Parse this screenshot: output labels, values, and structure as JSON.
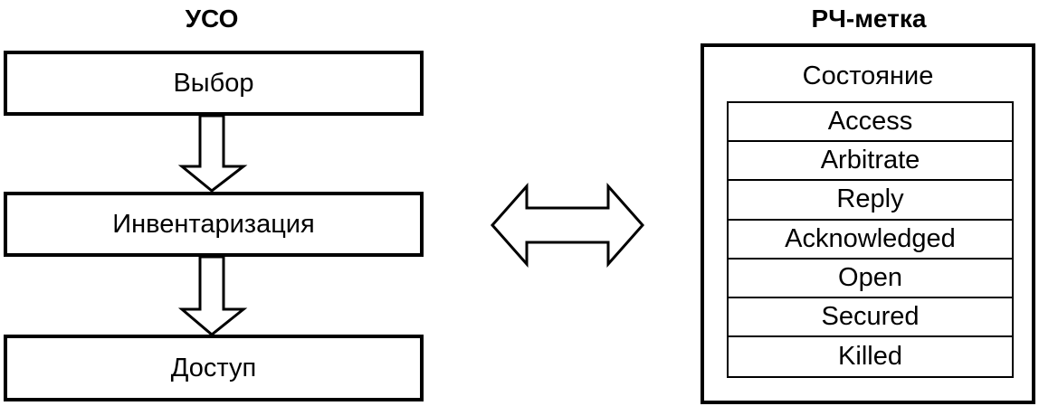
{
  "reader": {
    "heading": "УСО",
    "steps": [
      "Выбор",
      "Инвентаризация",
      "Доступ"
    ]
  },
  "tag": {
    "heading": "РЧ-метка",
    "state_title": "Состояние",
    "states": [
      "Access",
      "Arbitrate",
      "Reply",
      "Acknowledged",
      "Open",
      "Secured",
      "Killed"
    ]
  },
  "icons": {
    "down_arrow": "hollow-down-arrow-icon",
    "double_arrow": "hollow-double-arrow-icon"
  },
  "colors": {
    "stroke": "#000000",
    "fill": "#ffffff"
  }
}
